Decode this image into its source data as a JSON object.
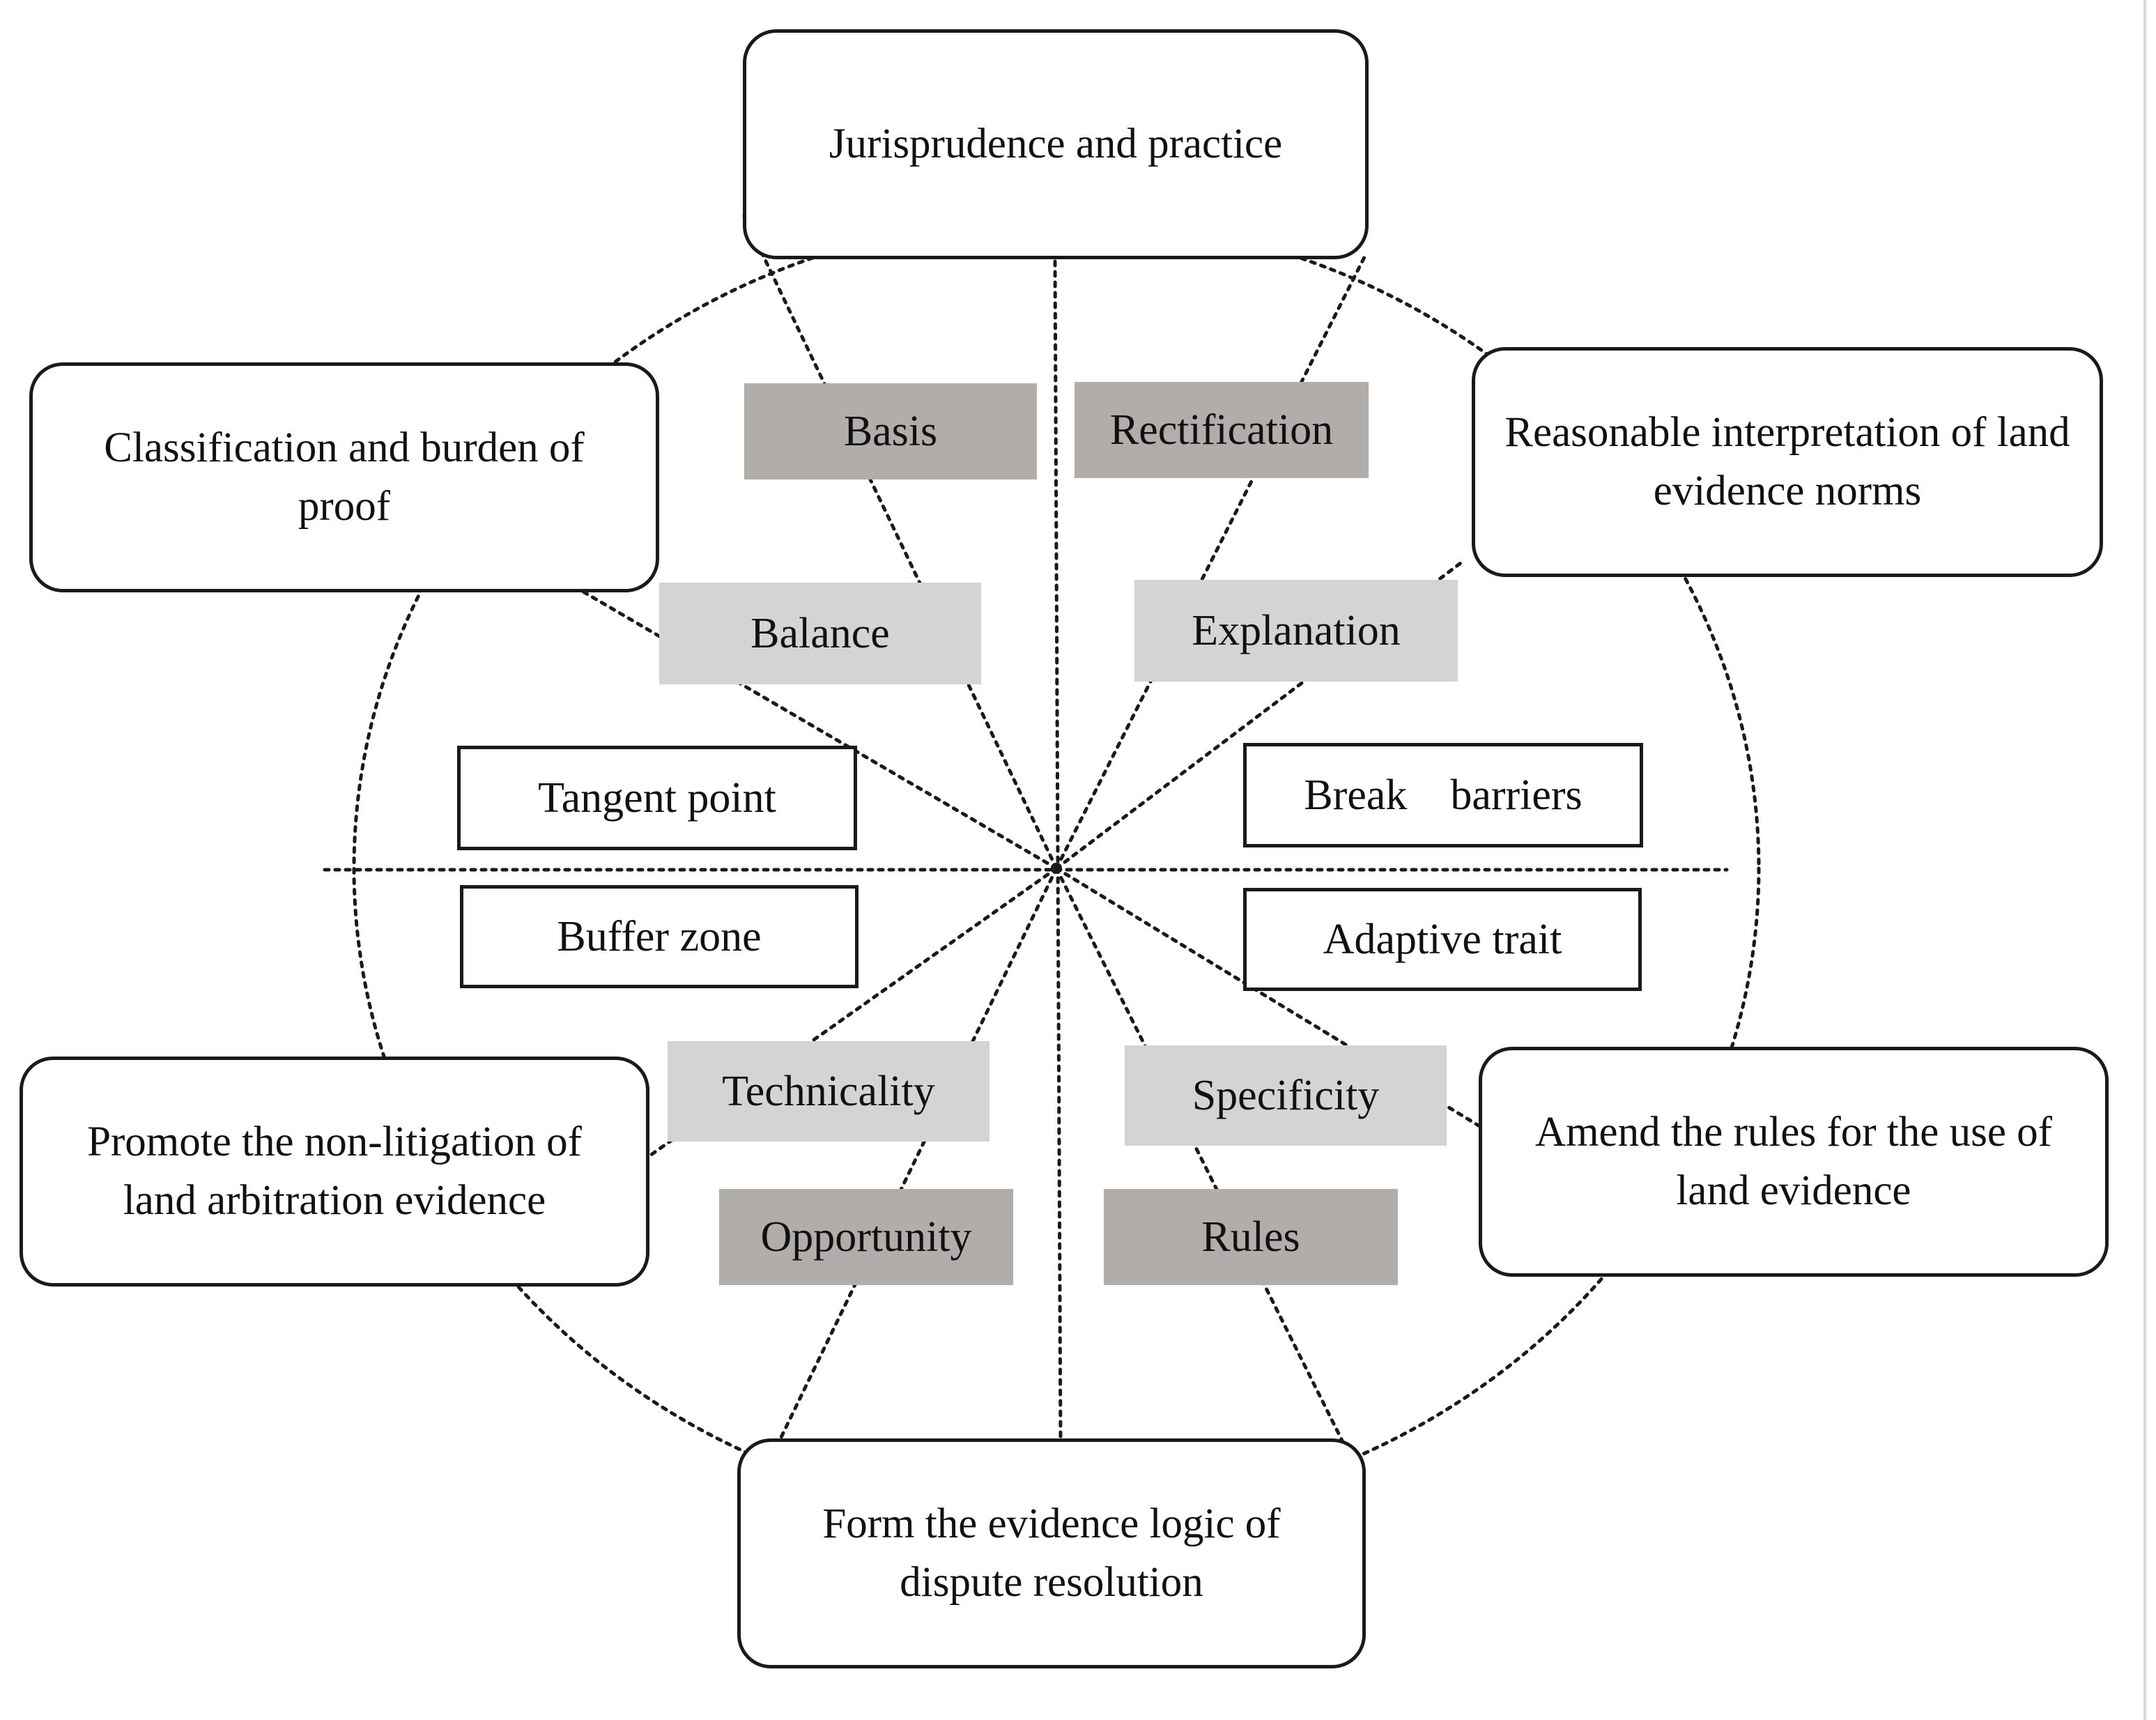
{
  "outer_nodes": {
    "top": "Jurisprudence and practice",
    "upper_left": "Classification and burden of proof",
    "upper_right": "Reasonable interpretation of land evidence norms",
    "lower_left": "Promote the non-litigation of land arbitration evidence",
    "lower_right": "Amend the rules for the use of land evidence",
    "bottom": "Form the evidence logic of dispute resolution"
  },
  "outer_labels": {
    "basis": "Basis",
    "rectification": "Rectification",
    "opportunity": "Opportunity",
    "rules": "Rules"
  },
  "middle_labels": {
    "balance": "Balance",
    "explanation": "Explanation",
    "technicality": "Technicality",
    "specificity": "Specificity"
  },
  "inner_labels": {
    "tangent_point": "Tangent point",
    "break_barriers": "Break    barriers",
    "buffer_zone": "Buffer zone",
    "adaptive_trait": "Adaptive trait"
  },
  "colors": {
    "dark_label_fill": "#b1adab",
    "light_label_fill": "#d5d4d4",
    "line": "#1a1a1a"
  }
}
